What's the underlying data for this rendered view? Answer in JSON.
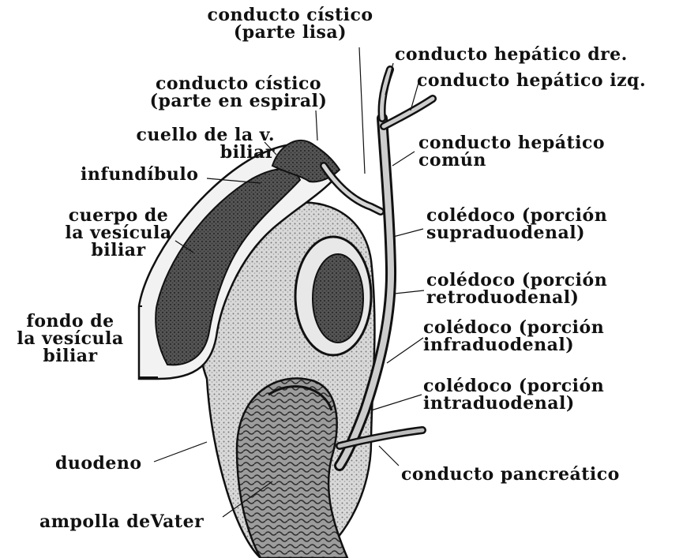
{
  "labels": {
    "cistico_lisa": "conducto cístico\n(parte lisa)",
    "hepatico_dre": "conducto hepático dre.",
    "hepatico_izq": "conducto hepático izq.",
    "cistico_espiral": "conducto cístico\n(parte en espiral)",
    "cuello": "cuello de la v.\nbiliar",
    "hepatico_comun": "conducto hepático\ncomún",
    "infundibulo": "infundíbulo",
    "cuerpo": "cuerpo de\nla vesícula\nbiliar",
    "coledoco_supra": "colédoco (porción\nsupraduodenal)",
    "coledoco_retro": "colédoco (porción\nretroduodenal)",
    "fondo": "fondo de\nla vesícula\nbiliar",
    "coledoco_infra": "colédoco (porción\ninfraduodenal)",
    "coledoco_intra": "colédoco (porción\nintraduodenal)",
    "duodeno": "duodeno",
    "pancreatico": "conducto pancreático",
    "ampolla": "ampolla deVater"
  },
  "colors": {
    "ink": "#111111",
    "shade_dark": "#3a3a3a",
    "shade_mid": "#8a8a8a",
    "shade_light": "#cfcfcf"
  }
}
